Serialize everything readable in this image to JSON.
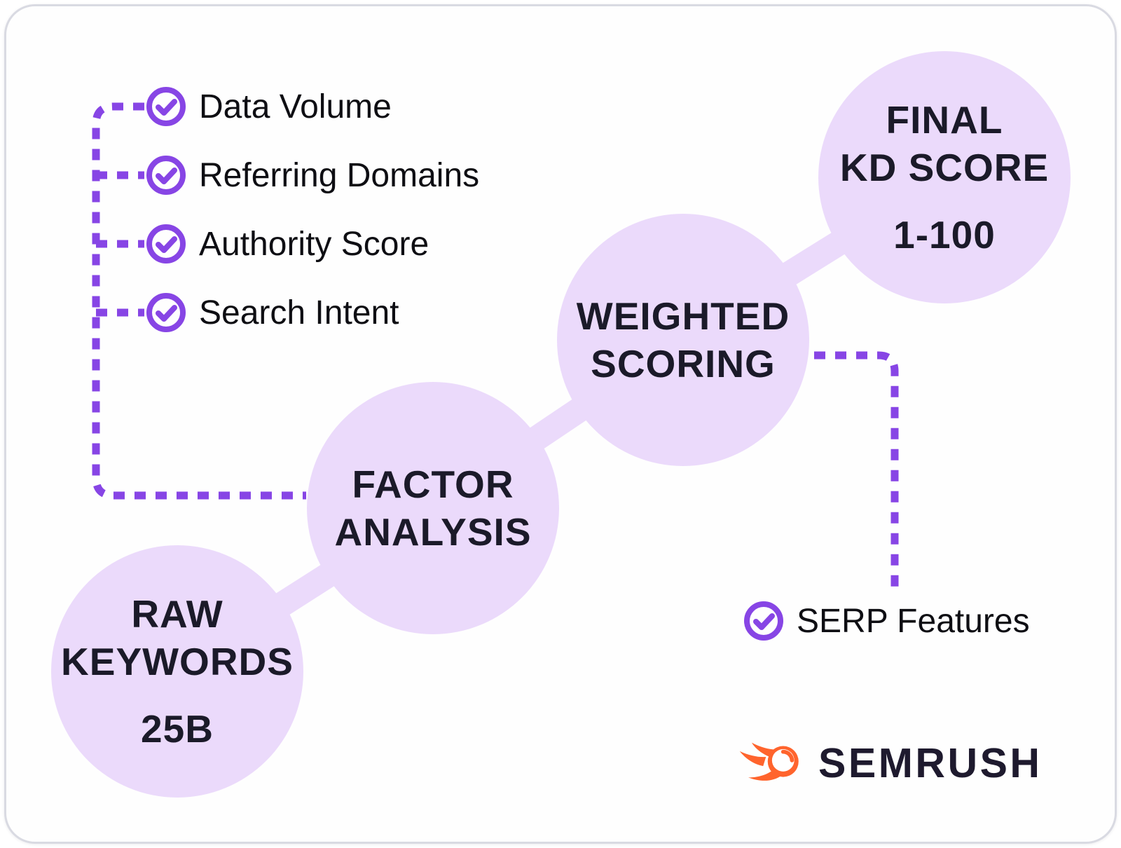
{
  "title": "Semrush Keyword Difficulty scoring process diagram",
  "colors": {
    "accent_purple": "#8745e5",
    "bubble_lavender": "#ebdafb",
    "dark_text": "#1b1a29",
    "checklist_text": "#0e0e13",
    "logo_orange": "#ff642d",
    "card_border": "#d9dae2"
  },
  "checklist": {
    "items": [
      {
        "label": "Data Volume"
      },
      {
        "label": "Referring Domains"
      },
      {
        "label": "Authority Score"
      },
      {
        "label": "Search Intent"
      }
    ]
  },
  "serp_item": {
    "label": "SERP Features"
  },
  "steps": [
    {
      "lines": [
        "RAW",
        "KEYWORDS"
      ],
      "value": "25B"
    },
    {
      "lines": [
        "FACTOR",
        "ANALYSIS"
      ]
    },
    {
      "lines": [
        "WEIGHTED",
        "SCORING"
      ]
    },
    {
      "lines": [
        "FINAL",
        "KD SCORE"
      ],
      "value": "1-100"
    }
  ],
  "logo": {
    "brand": "SEMRUSH"
  }
}
